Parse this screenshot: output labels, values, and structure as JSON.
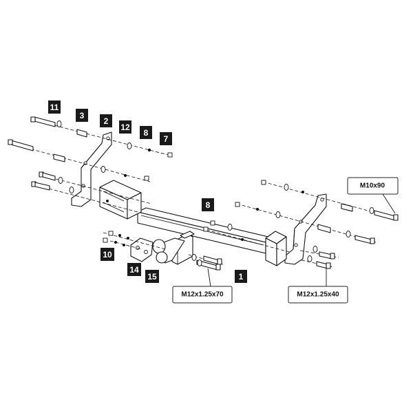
{
  "labels": {
    "p1": "1",
    "p2": "2",
    "p3": "3",
    "p7": "7",
    "p8a": "8",
    "p8b": "8",
    "p10": "10",
    "p11": "11",
    "p12": "12",
    "p14": "14",
    "p15": "15"
  },
  "callouts": {
    "bolt_right_top": "M10x90",
    "bolt_center": "M12x1.25x70",
    "bolt_right_bottom": "M12x1.25x40"
  },
  "colors": {
    "tag_fill": "#1a1a1a",
    "line": "#111111"
  }
}
